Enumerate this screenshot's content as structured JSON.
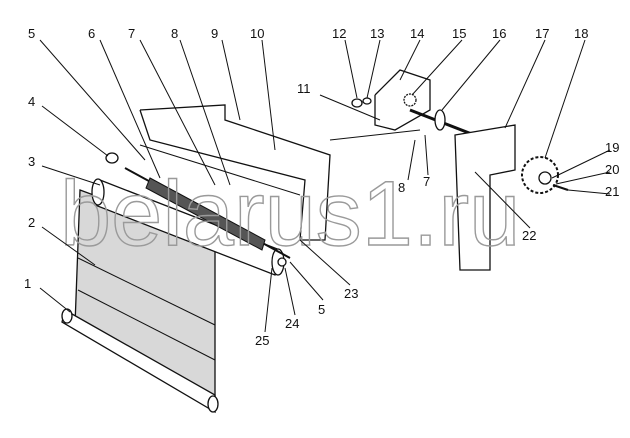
{
  "watermark": "belarus1.ru",
  "callouts": [
    "1",
    "2",
    "3",
    "4",
    "5",
    "6",
    "7",
    "8",
    "9",
    "10",
    "11",
    "12",
    "13",
    "14",
    "15",
    "16",
    "17",
    "18",
    "19",
    "20",
    "21",
    "22",
    "23",
    "24",
    "25",
    "5",
    "8",
    "7"
  ]
}
